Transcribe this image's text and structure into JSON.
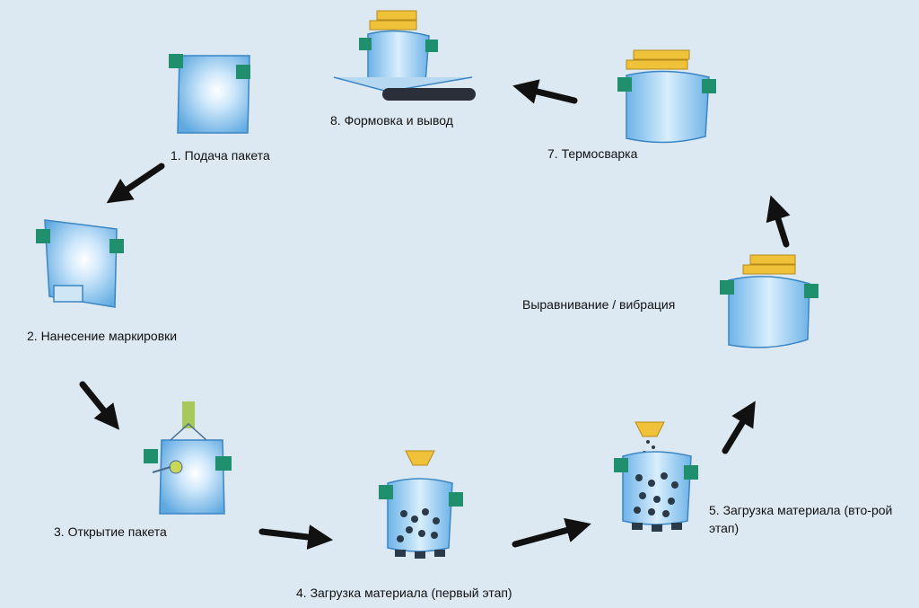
{
  "diagram": {
    "steps": [
      {
        "id": "step1",
        "label": "1. Подача пакета"
      },
      {
        "id": "step2",
        "label": "2. Нанесение маркировки"
      },
      {
        "id": "step3",
        "label": "3. Открытие пакета"
      },
      {
        "id": "step4",
        "label": "4. Загрузка материала (первый этап)"
      },
      {
        "id": "step5",
        "label": "5. Загрузка материала (вто-рой этап)"
      },
      {
        "id": "step6",
        "label": "Выравнивание / вибрация"
      },
      {
        "id": "step7",
        "label": "7. Термосварка"
      },
      {
        "id": "step8",
        "label": "8. Формовка и вывод"
      }
    ]
  },
  "colors": {
    "background": "#dde9f2",
    "bag": "#8fc6ef",
    "clamp": "#1f8f6e",
    "sealer": "#f0c23a",
    "arrow": "#111111",
    "belt": "#2a2f3a"
  }
}
